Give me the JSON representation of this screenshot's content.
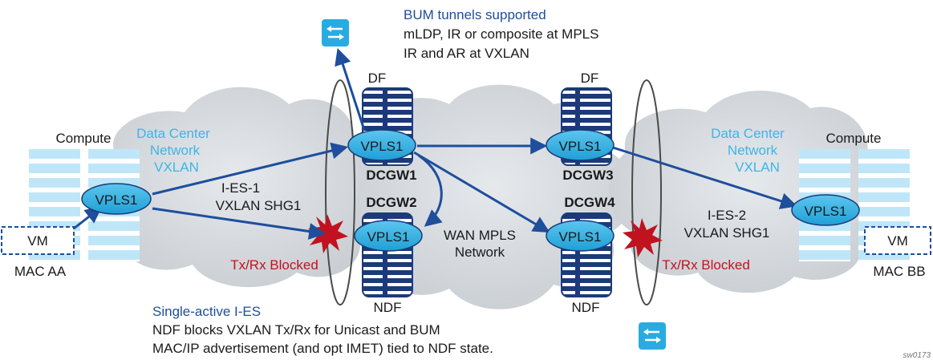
{
  "header": {
    "bum_title": "BUM tunnels supported",
    "bum_line1": "mLDP, IR or composite at MPLS",
    "bum_line2": "IR and AR at VXLAN"
  },
  "left_dc": {
    "compute_label": "Compute",
    "network_line1": "Data Center",
    "network_line2": "Network",
    "network_line3": "VXLAN",
    "vpls_label": "VPLS1",
    "vm_label": "VM",
    "mac_label": "MAC AA",
    "es_line1": "I-ES-1",
    "es_line2": "VXLAN SHG1",
    "blocked_label": "Tx/Rx Blocked"
  },
  "right_dc": {
    "compute_label": "Compute",
    "network_line1": "Data Center",
    "network_line2": "Network",
    "network_line3": "VXLAN",
    "vpls_label": "VPLS1",
    "vm_label": "VM",
    "mac_label": "MAC BB",
    "es_line1": "I-ES-2",
    "es_line2": "VXLAN SHG1",
    "blocked_label": "Tx/Rx Blocked"
  },
  "gateways": {
    "dcgw1": {
      "name": "DCGW1",
      "role": "DF",
      "vpls": "VPLS1"
    },
    "dcgw2": {
      "name": "DCGW2",
      "role": "NDF",
      "vpls": "VPLS1"
    },
    "dcgw3": {
      "name": "DCGW3",
      "role": "DF",
      "vpls": "VPLS1"
    },
    "dcgw4": {
      "name": "DCGW4",
      "role": "NDF",
      "vpls": "VPLS1"
    }
  },
  "wan": {
    "line1": "WAN MPLS",
    "line2": "Network"
  },
  "footer": {
    "title": "Single-active I-ES",
    "line1": "NDF blocks VXLAN Tx/Rx for Unicast and BUM",
    "line2": "MAC/IP advertisement (and opt IMET) tied to NDF state."
  },
  "figure_id": "sw0173",
  "icons": {
    "top_replicator": "bum-replication-icon",
    "bottom_replicator": "bum-replication-icon"
  },
  "colors": {
    "arrow_blue": "#1e4e9c",
    "vpls_fill": "#29abe2",
    "cyan_text": "#3cb6e6",
    "blocked_red": "#c1121f",
    "cloud_grey": "#cfd4d9"
  }
}
